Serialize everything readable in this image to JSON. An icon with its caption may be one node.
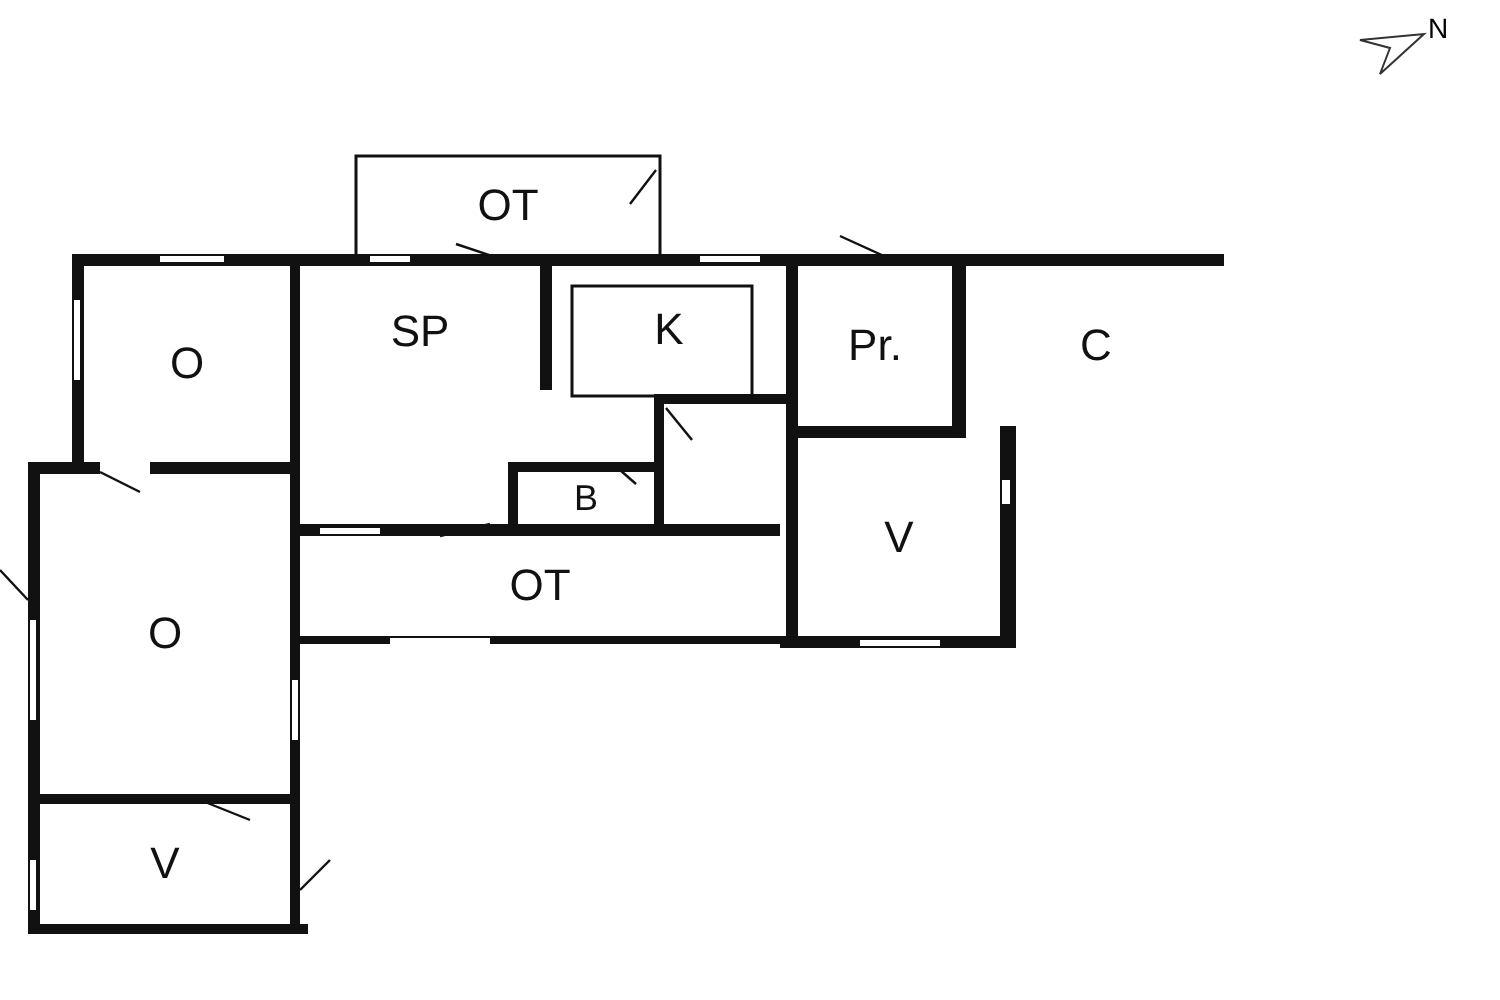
{
  "diagram": {
    "nodes": [
      {
        "text": [
          "OT"
        ]
      },
      {
        "text": [
          "O"
        ]
      },
      {
        "text": [
          "SP"
        ]
      },
      {
        "text": [
          "K"
        ]
      },
      {
        "text": [
          "Pr."
        ]
      },
      {
        "text": [
          "C"
        ]
      },
      {
        "text": [
          "B"
        ]
      },
      {
        "text": [
          "OT"
        ]
      },
      {
        "text": [
          "V"
        ]
      },
      {
        "text": [
          "O"
        ]
      },
      {
        "text": [
          "V"
        ]
      }
    ],
    "labels": [
      "N"
    ]
  }
}
